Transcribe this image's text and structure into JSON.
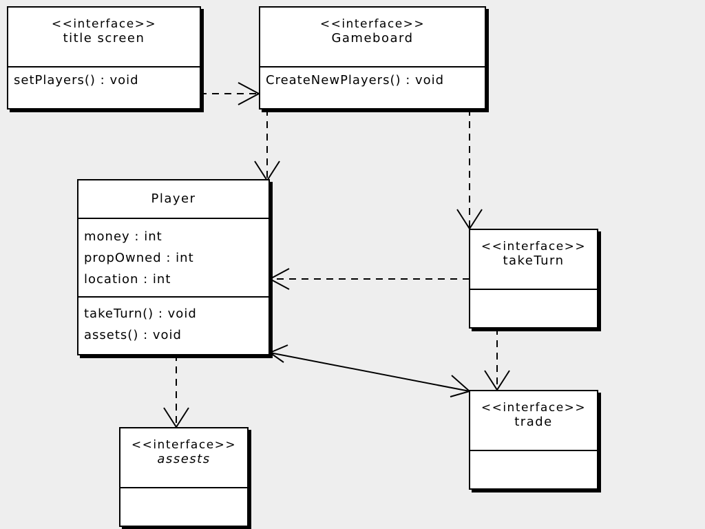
{
  "diagram": {
    "classes": {
      "title_screen": {
        "stereotype": "<<interface>>",
        "name": "title screen",
        "operations": [
          "setPlayers() : void"
        ]
      },
      "gameboard": {
        "stereotype": "<<interface>>",
        "name": "Gameboard",
        "operations": [
          "CreateNewPlayers() : void"
        ]
      },
      "player": {
        "name": "Player",
        "attributes": [
          "money : int",
          "propOwned : int",
          "location : int"
        ],
        "operations": [
          "takeTurn() : void",
          "assets() : void"
        ]
      },
      "take_turn": {
        "stereotype": "<<interface>>",
        "name": "takeTurn"
      },
      "assests": {
        "stereotype": "<<interface>>",
        "name": "assests"
      },
      "trade": {
        "stereotype": "<<interface>>",
        "name": "trade"
      }
    },
    "relationships": [
      {
        "from": "title_screen",
        "to": "gameboard",
        "kind": "dependency"
      },
      {
        "from": "gameboard",
        "to": "player",
        "kind": "dependency"
      },
      {
        "from": "gameboard",
        "to": "take_turn",
        "kind": "dependency"
      },
      {
        "from": "take_turn",
        "to": "player",
        "kind": "dependency"
      },
      {
        "from": "take_turn",
        "to": "trade",
        "kind": "dependency"
      },
      {
        "from": "player",
        "to": "assests",
        "kind": "dependency"
      },
      {
        "from": "player",
        "to": "trade",
        "kind": "bidirectional-association"
      }
    ],
    "colors": {
      "background": "#eeeeee",
      "box": "#ffffff",
      "line": "#000000"
    }
  }
}
